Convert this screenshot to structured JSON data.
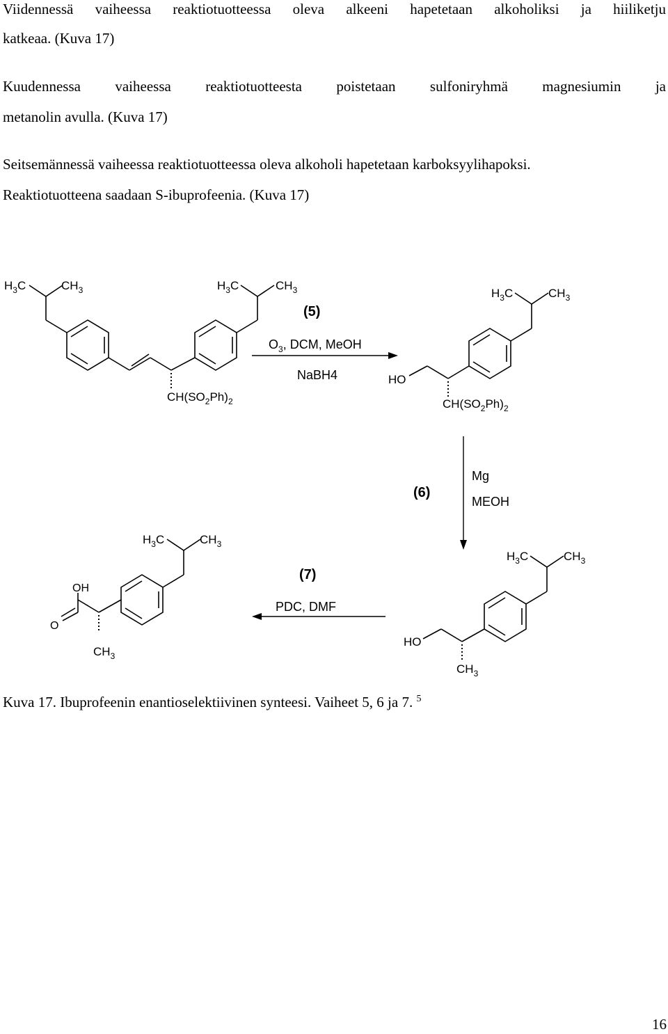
{
  "paragraphs": {
    "p1_line1": "Viidennessä vaiheessa reaktiotuotteessa oleva alkeeni hapetetaan alkoholiksi ja hiiliketju",
    "p1_line2": "katkeaa. (Kuva 17)",
    "p2_line1": "Kuudennessa vaiheessa reaktiotuotteesta poistetaan sulfoniryhmä magnesiumin ja",
    "p2_line2": "metanolin avulla. (Kuva 17)",
    "p3_line1": "Seitsemännessä vaiheessa reaktiotuotteessa oleva alkoholi hapetetaan karboksyylihapoksi.",
    "p3_line2": "Reaktiotuotteena saadaan S-ibuprofeenia. (Kuva 17)"
  },
  "scheme": {
    "step5": {
      "number": "(5)",
      "reagent1": "O3, DCM, MeOH",
      "reagent2": "NaBH4"
    },
    "step6": {
      "number": "(6)",
      "reagent1": "Mg",
      "reagent2": "MEOH"
    },
    "step7": {
      "number": "(7)",
      "reagent1": "PDC, DMF"
    },
    "labels": {
      "h3c": "H3C",
      "ch3": "CH3",
      "sulfone": "CH(SO2Ph)2",
      "ho": "HO",
      "oh": "OH",
      "o": "O"
    }
  },
  "caption": {
    "text": "Kuva 17. Ibuprofeenin enantioselektiivinen synteesi. Vaiheet 5, 6 ja 7.",
    "ref": "5"
  },
  "page_number": "16"
}
